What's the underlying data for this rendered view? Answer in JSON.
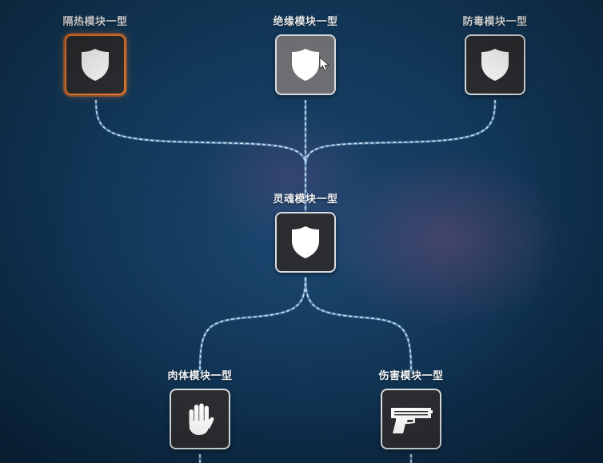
{
  "tree": {
    "nodes": [
      {
        "id": "heat",
        "label": "隔热模块一型",
        "icon": "shield-icon",
        "state": "selected"
      },
      {
        "id": "insulation",
        "label": "绝缘模块一型",
        "icon": "shield-icon",
        "state": "hovered"
      },
      {
        "id": "antitoxin",
        "label": "防毒模块一型",
        "icon": "shield-icon",
        "state": "normal"
      },
      {
        "id": "soul",
        "label": "灵魂模块一型",
        "icon": "shield-icon",
        "state": "normal"
      },
      {
        "id": "flesh",
        "label": "肉体模块一型",
        "icon": "hand-icon",
        "state": "normal"
      },
      {
        "id": "damage",
        "label": "伤害模块一型",
        "icon": "pistol-icon",
        "state": "normal"
      }
    ]
  },
  "colors": {
    "selected_border": "#f07a2a",
    "tile_background": "#2c2d30",
    "tile_hover": "#6d6f73",
    "connector": "#cfe3f2"
  }
}
